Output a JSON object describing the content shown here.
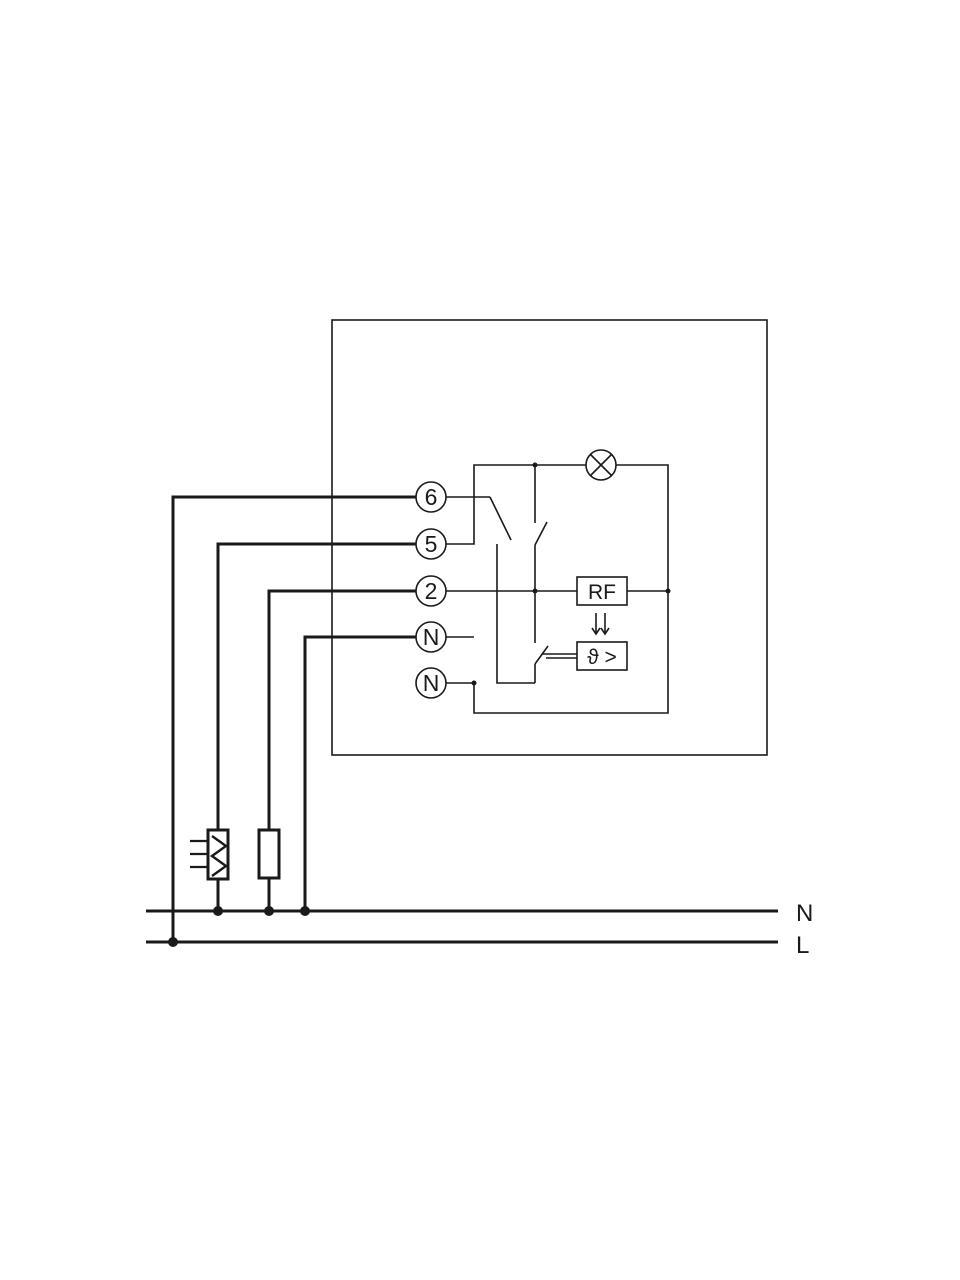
{
  "terminals": {
    "t6": "6",
    "t5": "5",
    "t2": "2",
    "tn1": "N",
    "tn2": "N"
  },
  "components": {
    "rf_label": "RF",
    "sensor_label": "ϑ >"
  },
  "bus": {
    "n_label": "N",
    "l_label": "L"
  }
}
